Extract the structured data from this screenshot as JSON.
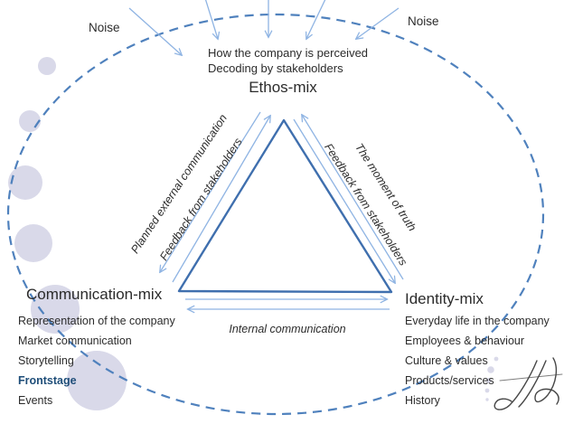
{
  "colors": {
    "diagram_blue": "#3f6fae",
    "light_blue": "#8fb4e3",
    "dashed_blue": "#4f81bd",
    "circle_fill": "#d9d9e9",
    "text": "#2b2b2b",
    "frontstage": "#1f4e79",
    "signature": "#474747"
  },
  "noise": {
    "left": "Noise",
    "right": "Noise"
  },
  "ethos": {
    "perceived_line1": "How the company is perceived",
    "perceived_line2": "Decoding by stakeholders",
    "title": "Ethos-mix"
  },
  "communication": {
    "title": "Communication-mix",
    "items": [
      "Representation of the company",
      "Market communication",
      "Storytelling",
      "Frontstage",
      "Events"
    ]
  },
  "identity": {
    "title": "Identity-mix",
    "items": [
      "Everyday life in the company",
      "Employees & behaviour",
      "Culture & values",
      "Products/services",
      "History"
    ]
  },
  "edges": {
    "left_outer": "Planned external communication",
    "left_inner": "Feedback from stakeholders",
    "right_outer": "The moment of truth",
    "right_inner": "Feedback from stakeholders",
    "bottom": "Internal communication"
  },
  "decor": {
    "boundary": "dashed-ellipse",
    "bubbles": "lavender-circle-trail",
    "signature": "handwritten-monogram"
  }
}
